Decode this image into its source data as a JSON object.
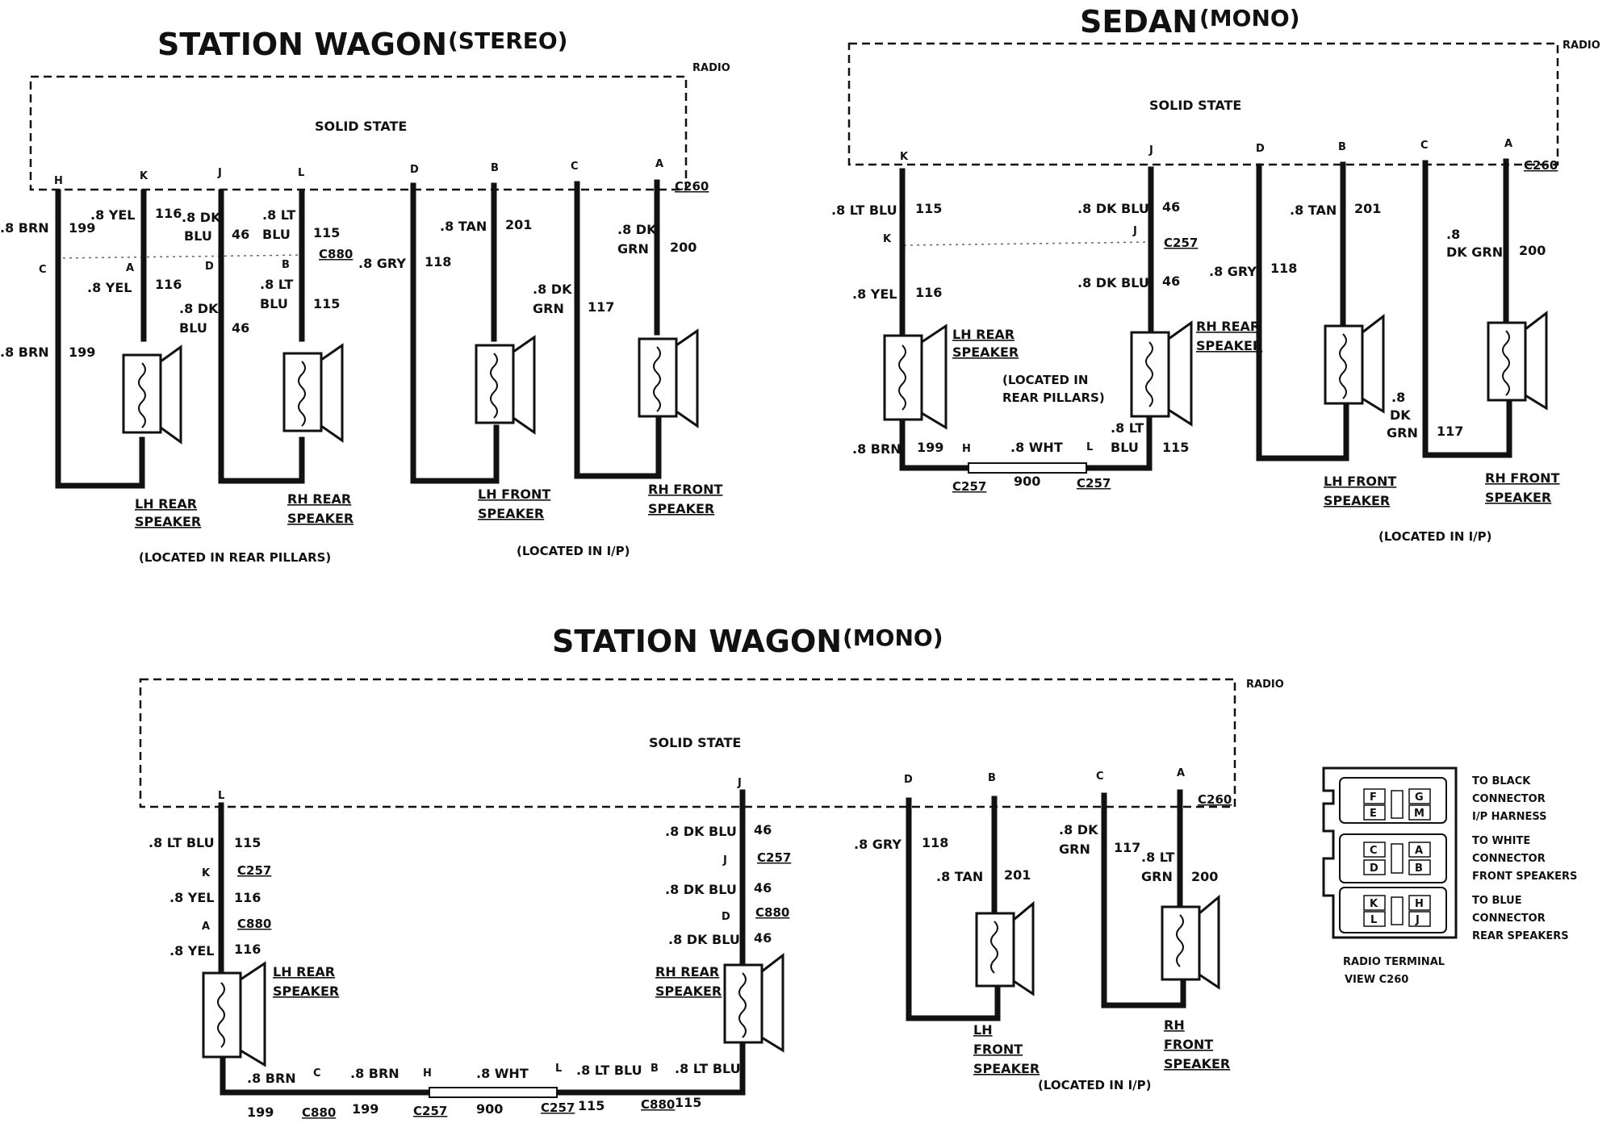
{
  "stereo": {
    "title_main": "STATION WAGON",
    "title_sub": "(STEREO)",
    "radio": "RADIO",
    "solid_state": "SOLID STATE",
    "pins": [
      "H",
      "K",
      "J",
      "L",
      "D",
      "B",
      "C",
      "A"
    ],
    "c260": "C260",
    "c880": "C880",
    "wires": [
      {
        "lbl1": ".8 BRN",
        "num1": "199",
        "conn_pin": "C",
        "lbl2": ".8 BRN",
        "num2": "199"
      },
      {
        "lbl1": ".8 YEL",
        "num1": "116",
        "conn_pin": "A",
        "lbl2": ".8 YEL",
        "num2": "116"
      },
      {
        "lbl1a": ".8 DK",
        "lbl1b": "BLU",
        "num1": "46",
        "conn_pin": "D",
        "lbl2a": ".8 DK",
        "lbl2b": "BLU",
        "num2": "46"
      },
      {
        "lbl1a": ".8 LT",
        "lbl1b": "BLU",
        "num1": "115",
        "conn_pin": "B",
        "lbl2a": ".8 LT",
        "lbl2b": "BLU",
        "num2": "115"
      },
      {
        "lbl": ".8 GRY",
        "num": "118"
      },
      {
        "lbl": ".8 TAN",
        "num": "201"
      },
      {
        "lbla": ".8 DK",
        "lblb": "GRN",
        "num": "117"
      },
      {
        "lbla": ".8 DK",
        "lblb": "GRN",
        "num": "200"
      }
    ],
    "speakers": [
      {
        "l1": "LH REAR",
        "l2": "SPEAKER"
      },
      {
        "l1": "RH REAR",
        "l2": "SPEAKER"
      },
      {
        "l1": "LH FRONT",
        "l2": "SPEAKER"
      },
      {
        "l1": "RH FRONT",
        "l2": "SPEAKER"
      }
    ],
    "note_rear": "(LOCATED IN REAR PILLARS)",
    "note_front": "(LOCATED IN I/P)"
  },
  "sedan": {
    "title_main": "SEDAN",
    "title_sub": "(MONO)",
    "radio": "RADIO",
    "solid_state": "SOLID STATE",
    "pins": [
      "K",
      "J",
      "D",
      "B",
      "C",
      "A"
    ],
    "c260": "C260",
    "c257": "C257",
    "lt_blu": ".8 LT BLU",
    "lt_blu_num": "115",
    "k": "K",
    "yel": ".8 YEL",
    "yel_num": "116",
    "dk_blu": ".8 DK BLU",
    "dk_blu_num": "46",
    "j": "J",
    "dk_blu2": ".8 DK BLU",
    "dk_blu2_num": "46",
    "gry": ".8 GRY",
    "gry_num": "118",
    "tan": ".8 TAN",
    "tan_num": "201",
    "dkgrn_a": ".8",
    "dkgrn_b": "DK GRN",
    "dkgrn_num": "200",
    "dkgrn2_a": ".8",
    "dkgrn2_b": "DK",
    "dkgrn2_c": "GRN",
    "dkgrn2_num": "117",
    "brn": ".8 BRN",
    "brn_num": "199",
    "h": "H",
    "wht": ".8 WHT",
    "wht_num": "900",
    "l": "L",
    "ltblu2_a": ".8 LT",
    "ltblu2_b": "BLU",
    "ltblu2_num": "115",
    "speakers": [
      {
        "l1": "LH REAR",
        "l2": "SPEAKER"
      },
      {
        "l1": "RH REAR",
        "l2": "SPEAKER"
      },
      {
        "l1": "LH FRONT",
        "l2": "SPEAKER"
      },
      {
        "l1": "RH FRONT",
        "l2": "SPEAKER"
      }
    ],
    "note_rear1": "(LOCATED IN",
    "note_rear2": "REAR PILLARS)",
    "note_front": "(LOCATED IN I/P)"
  },
  "mono": {
    "title_main": "STATION WAGON",
    "title_sub": "(MONO)",
    "radio": "RADIO",
    "solid_state": "SOLID STATE",
    "pins": [
      "L",
      "J",
      "D",
      "B",
      "C",
      "A"
    ],
    "c260": "C260",
    "left": {
      "w1": ".8 LT BLU",
      "n1": "115",
      "k": "K",
      "c257": "C257",
      "w2": ".8 YEL",
      "n2": "116",
      "a": "A",
      "c880": "C880",
      "w3": ".8 YEL",
      "n3": "116"
    },
    "right": {
      "w1": ".8 DK BLU",
      "n1": "46",
      "j": "J",
      "c257": "C257",
      "w2": ".8 DK BLU",
      "n2": "46",
      "d": "D",
      "c880": "C880",
      "w3": ".8 DK BLU",
      "n3": "46"
    },
    "gry": ".8 GRY",
    "gry_num": "118",
    "tan": ".8 TAN",
    "tan_num": "201",
    "dkgrn_a": ".8 DK",
    "dkgrn_b": "GRN",
    "dkgrn_num": "117",
    "ltgrn_a": ".8 LT",
    "ltgrn_b": "GRN",
    "ltgrn_num": "200",
    "bottom": {
      "brn1": ".8 BRN",
      "c": "C",
      "brn2": ".8 BRN",
      "h": "H",
      "wht": ".8 WHT",
      "l": "L",
      "ltblu1": ".8 LT BLU",
      "b": "B",
      "ltblu2": ".8 LT BLU",
      "n199a": "199",
      "c880a": "C880",
      "n199b": "199",
      "c257a": "C257",
      "n900": "900",
      "c257b": "C257",
      "n115a": "115",
      "c880b": "C880",
      "n115b": "115"
    },
    "speakers": [
      {
        "l1": "LH REAR",
        "l2": "SPEAKER"
      },
      {
        "l1": "RH REAR",
        "l2": "SPEAKER"
      },
      {
        "l1": "LH",
        "l2": "FRONT",
        "l3": "SPEAKER"
      },
      {
        "l1": "RH",
        "l2": "FRONT",
        "l3": "SPEAKER"
      }
    ],
    "note_front": "(LOCATED IN I/P)"
  },
  "terminal": {
    "cells": [
      "F",
      "G",
      "E",
      "M",
      "C",
      "A",
      "D",
      "B",
      "K",
      "H",
      "L",
      "J"
    ],
    "black1": "TO BLACK",
    "black2": "CONNECTOR",
    "black3": "I/P HARNESS",
    "white1": "TO WHITE",
    "white2": "CONNECTOR",
    "white3": "FRONT SPEAKERS",
    "blue1": "TO BLUE",
    "blue2": "CONNECTOR",
    "blue3": "REAR SPEAKERS",
    "view1": "RADIO TERMINAL",
    "view2": "VIEW C260"
  }
}
